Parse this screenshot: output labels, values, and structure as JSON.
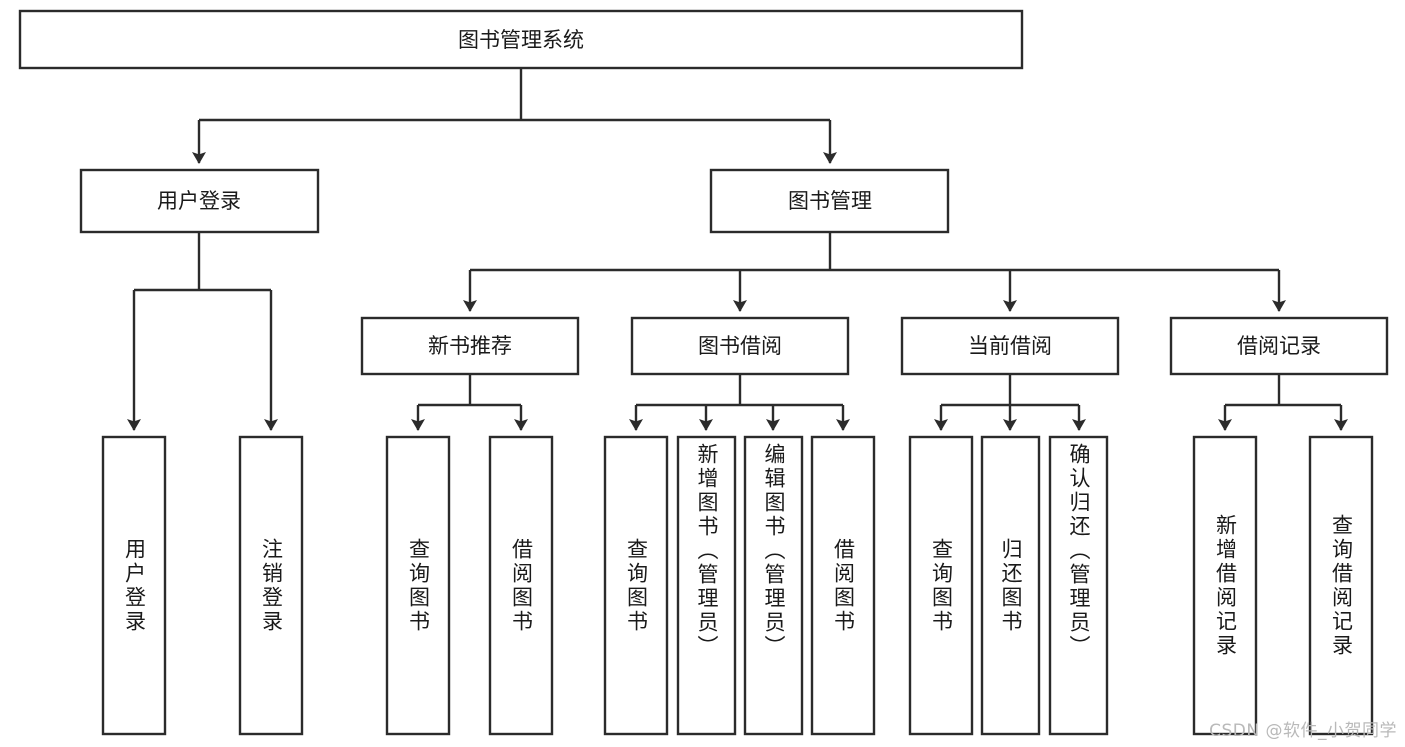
{
  "diagram": {
    "type": "tree",
    "title": "图书管理系统",
    "orientation": "top-down",
    "colors": {
      "box_stroke": "#2b2b2b",
      "box_fill": "#ffffff",
      "connector": "#2b2b2b",
      "text": "#1a1a1a",
      "watermark": "#b9b9b9",
      "background": "#ffffff"
    },
    "root": {
      "label": "图书管理系统"
    },
    "level1": [
      {
        "id": "user-login",
        "label": "用户登录"
      },
      {
        "id": "book-management",
        "label": "图书管理"
      }
    ],
    "level2": [
      {
        "id": "new-book-recommend",
        "label": "新书推荐",
        "parent": "book-management"
      },
      {
        "id": "book-borrow",
        "label": "图书借阅",
        "parent": "book-management"
      },
      {
        "id": "current-borrow",
        "label": "当前借阅",
        "parent": "book-management"
      },
      {
        "id": "borrow-record",
        "label": "借阅记录",
        "parent": "book-management"
      }
    ],
    "leaves": {
      "user-login": [
        {
          "id": "leaf-user-login",
          "label": "用户登录"
        },
        {
          "id": "leaf-logout-login",
          "label": "注销登录"
        }
      ],
      "new-book-recommend": [
        {
          "id": "leaf-query-book-1",
          "label": "查询图书"
        },
        {
          "id": "leaf-borrow-book-1",
          "label": "借阅图书"
        }
      ],
      "book-borrow": [
        {
          "id": "leaf-query-book-2",
          "label": "查询图书"
        },
        {
          "id": "leaf-add-book",
          "label": "新增图书（管理员）"
        },
        {
          "id": "leaf-edit-book",
          "label": "编辑图书（管理员）"
        },
        {
          "id": "leaf-borrow-book-2",
          "label": "借阅图书"
        }
      ],
      "current-borrow": [
        {
          "id": "leaf-query-book-3",
          "label": "查询图书"
        },
        {
          "id": "leaf-return-book",
          "label": "归还图书"
        },
        {
          "id": "leaf-confirm-return",
          "label": "确认归还（管理员）"
        }
      ],
      "borrow-record": [
        {
          "id": "leaf-add-borrow-record",
          "label": "新增借阅记录"
        },
        {
          "id": "leaf-query-borrow-record",
          "label": "查询借阅记录"
        }
      ]
    }
  },
  "watermark": {
    "text": "CSDN @软件_小贺同学"
  }
}
